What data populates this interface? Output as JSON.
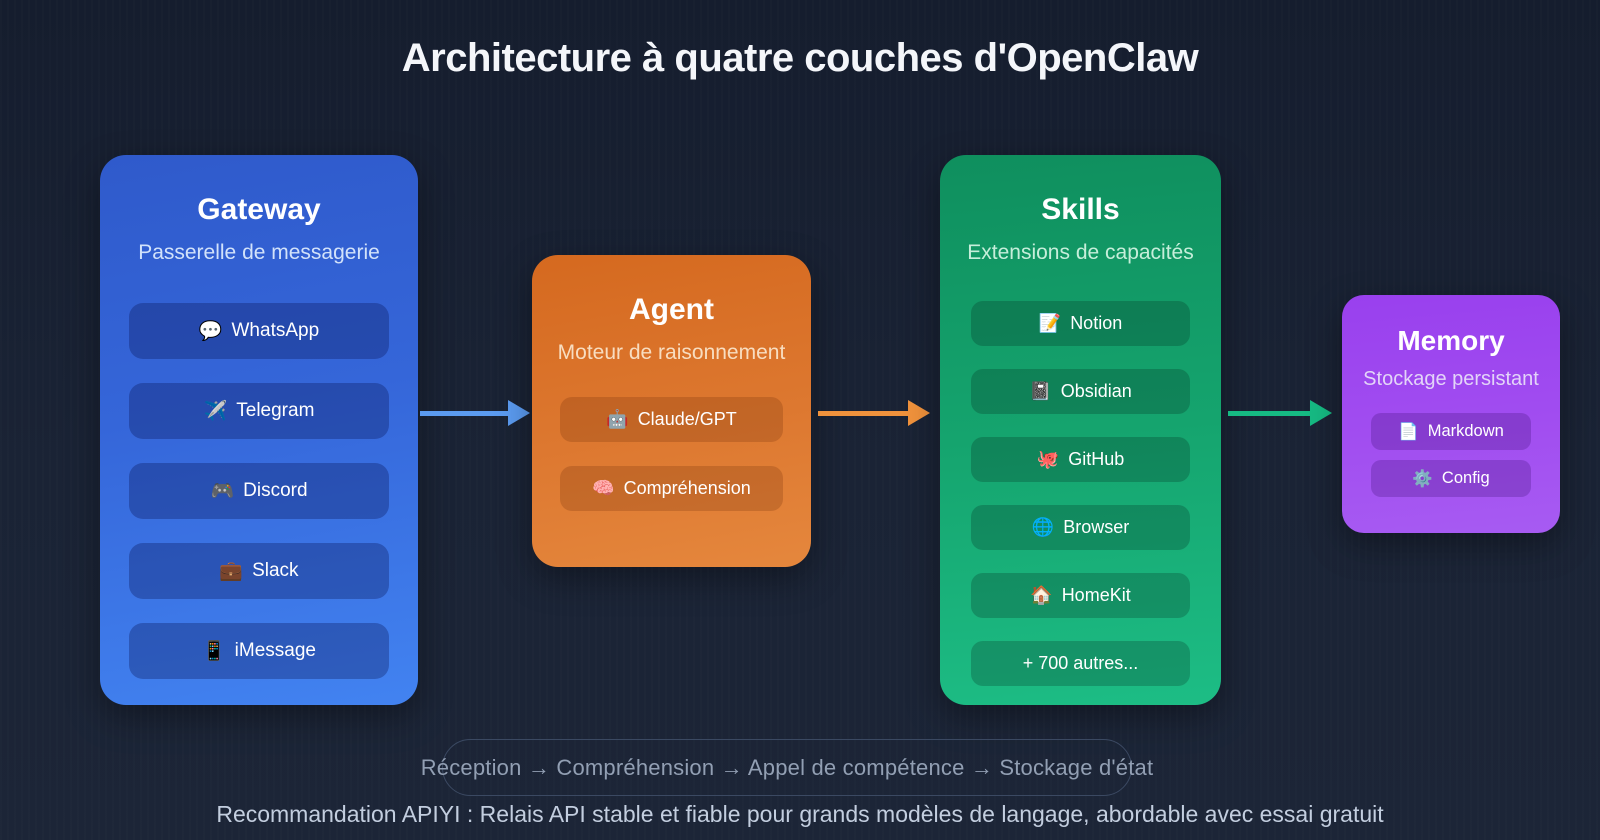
{
  "title": "Architecture à quatre couches d'OpenClaw",
  "layers": [
    {
      "id": "gateway",
      "title": "Gateway",
      "subtitle": "Passerelle de messagerie",
      "items": [
        {
          "icon": "💬",
          "label": "WhatsApp"
        },
        {
          "icon": "✈️",
          "label": "Telegram"
        },
        {
          "icon": "🎮",
          "label": "Discord"
        },
        {
          "icon": "💼",
          "label": "Slack"
        },
        {
          "icon": "📱",
          "label": "iMessage"
        }
      ]
    },
    {
      "id": "agent",
      "title": "Agent",
      "subtitle": "Moteur de raisonnement",
      "items": [
        {
          "icon": "🤖",
          "label": "Claude/GPT"
        },
        {
          "icon": "🧠",
          "label": "Compréhension"
        }
      ]
    },
    {
      "id": "skills",
      "title": "Skills",
      "subtitle": "Extensions de capacités",
      "items": [
        {
          "icon": "📝",
          "label": "Notion"
        },
        {
          "icon": "📓",
          "label": "Obsidian"
        },
        {
          "icon": "🐙",
          "label": "GitHub"
        },
        {
          "icon": "🌐",
          "label": "Browser"
        },
        {
          "icon": "🏠",
          "label": "HomeKit"
        },
        {
          "icon": "",
          "label": "+ 700 autres..."
        }
      ]
    },
    {
      "id": "memory",
      "title": "Memory",
      "subtitle": "Stockage persistant",
      "items": [
        {
          "icon": "📄",
          "label": "Markdown"
        },
        {
          "icon": "⚙️",
          "label": "Config"
        }
      ]
    }
  ],
  "flow_pill": {
    "text": "Réception → Compréhension → Appel de compétence → Stockage d'état"
  },
  "footer": "Recommandation APIYI : Relais API stable et fiable pour grands modèles de langage, abordable avec essai gratuit",
  "colors": {
    "background": "#192134",
    "gateway_gradient": [
      "#2f5acb",
      "#4283f1"
    ],
    "agent_gradient": [
      "#d5691f",
      "#e5873d"
    ],
    "skills_gradient": [
      "#0f8f5e",
      "#1dbd85"
    ],
    "memory_gradient": [
      "#9940ee",
      "#a75bf2"
    ],
    "arrow_blue": "#5b9bf0",
    "arrow_orange": "#f0923c",
    "arrow_green": "#16ba83",
    "flow_border": "#3b4962",
    "flow_text": "#929fb3",
    "footer_text": "#c3cedf",
    "title_text": "#f4f6fa"
  }
}
